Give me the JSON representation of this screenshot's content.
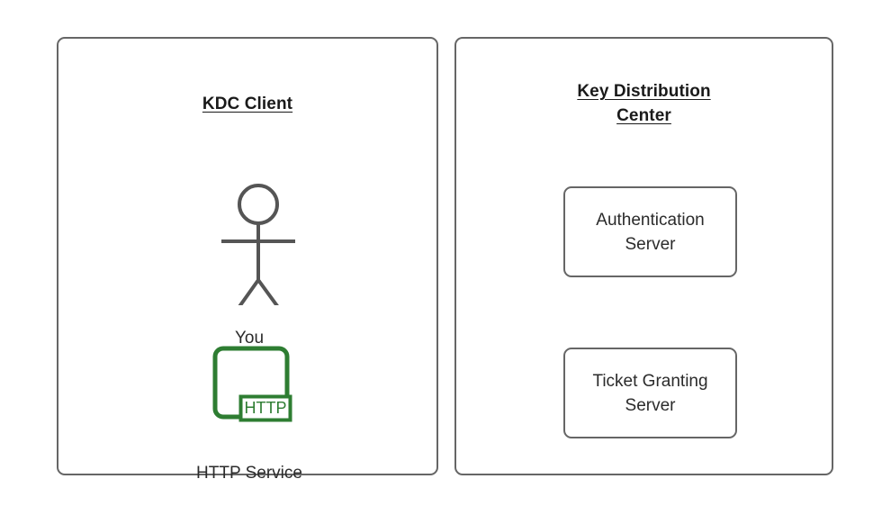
{
  "diagram": {
    "type": "kerberos-kdc-architecture",
    "background_color": "#ffffff",
    "stroke_color": "#666666",
    "text_color": "#2b2b2b",
    "title_color": "#1a1a1a",
    "accent_green": "#2E7D32"
  },
  "panels": [
    {
      "id": "kdc-client",
      "title": "KDC Client",
      "nodes": [
        {
          "id": "you",
          "label": "You",
          "shape": "actor-stick-figure"
        },
        {
          "id": "http-service",
          "label": "HTTP Service",
          "shape": "rounded-square-green",
          "badge": "HTTP"
        }
      ]
    },
    {
      "id": "key-distribution-center",
      "title_line1": "Key Distribution",
      "title_line2": "Center",
      "nodes": [
        {
          "id": "authentication-server",
          "line1": "Authentication",
          "line2": "Server",
          "shape": "rounded-rectangle"
        },
        {
          "id": "ticket-granting-server",
          "line1": "Ticket Granting",
          "line2": "Server",
          "shape": "rounded-rectangle"
        }
      ]
    }
  ]
}
